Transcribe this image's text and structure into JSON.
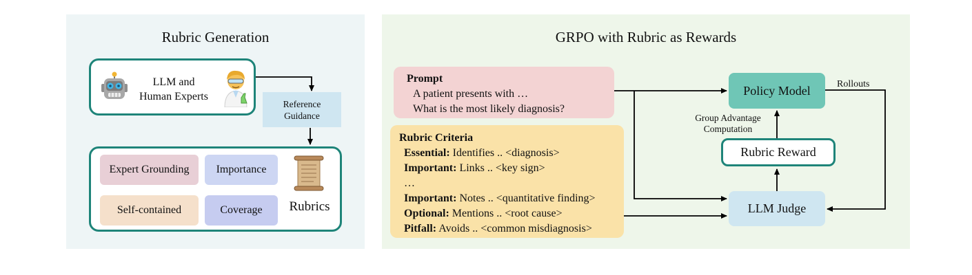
{
  "left": {
    "title": "Rubric Generation",
    "experts": {
      "line1": "LLM and",
      "line2": "Human Experts",
      "robot_icon": "robot-icon",
      "scientist_icon": "scientist-icon"
    },
    "reference": {
      "line1": "Reference",
      "line2": "Guidance"
    },
    "chips": {
      "expert_grounding": "Expert Grounding",
      "importance": "Importance",
      "self_contained": "Self-contained",
      "coverage": "Coverage"
    },
    "rubrics_label": "Rubrics",
    "scroll_icon": "scroll-icon"
  },
  "right": {
    "title": "GRPO with Rubric as Rewards",
    "prompt": {
      "heading": "Prompt",
      "line1": "A patient presents with …",
      "line2": "What is the most likely diagnosis?"
    },
    "criteria": {
      "heading": "Rubric Criteria",
      "rows": [
        {
          "tag": "Essential:",
          "text": " Identifies .. <diagnosis>"
        },
        {
          "tag": "Important:",
          "text": " Links .. <key sign>"
        },
        {
          "tag": "",
          "text": "…"
        },
        {
          "tag": "Important:",
          "text": " Notes .. <quantitative finding>"
        },
        {
          "tag": "Optional:",
          "text": " Mentions .. <root cause>"
        },
        {
          "tag": "Pitfall:",
          "text": " Avoids .. <common misdiagnosis>"
        }
      ]
    },
    "policy_model": "Policy Model",
    "rollouts": "Rollouts",
    "group_advantage": {
      "line1": "Group Advantage",
      "line2": "Computation"
    },
    "rubric_reward": "Rubric Reward",
    "llm_judge": "LLM Judge"
  },
  "colors": {
    "teal_border": "#1e8479",
    "policy_fill": "#6fc6b6",
    "judge_fill": "#cfe6f1",
    "reference_fill": "#cfe6f1",
    "prompt_fill": "#f3d3d3",
    "criteria_fill": "#fae2a8",
    "chip_pink": "#e8cfd6",
    "chip_blue": "#cdd6f3",
    "chip_peach": "#f5e0cb",
    "chip_violet": "#c6ccf0"
  }
}
